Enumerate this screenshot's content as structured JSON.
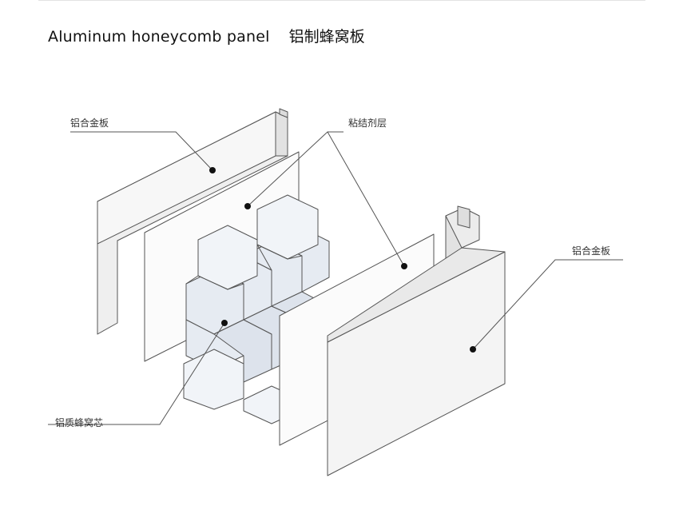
{
  "header": {
    "title_en": "Aluminum honeycomb panel",
    "title_cn": "铝制蜂窝板"
  },
  "labels": {
    "left_skin": "铝合金板",
    "adhesive": "粘结剂层",
    "right_skin": "铝合金板",
    "core": "铝质蜂窝芯"
  },
  "colors": {
    "panel_fill": "#f6f6f6",
    "panel_edge": "#555555",
    "honeycomb_fill": "#e4e9f0",
    "leader_line": "#555555",
    "dot": "#111111"
  }
}
